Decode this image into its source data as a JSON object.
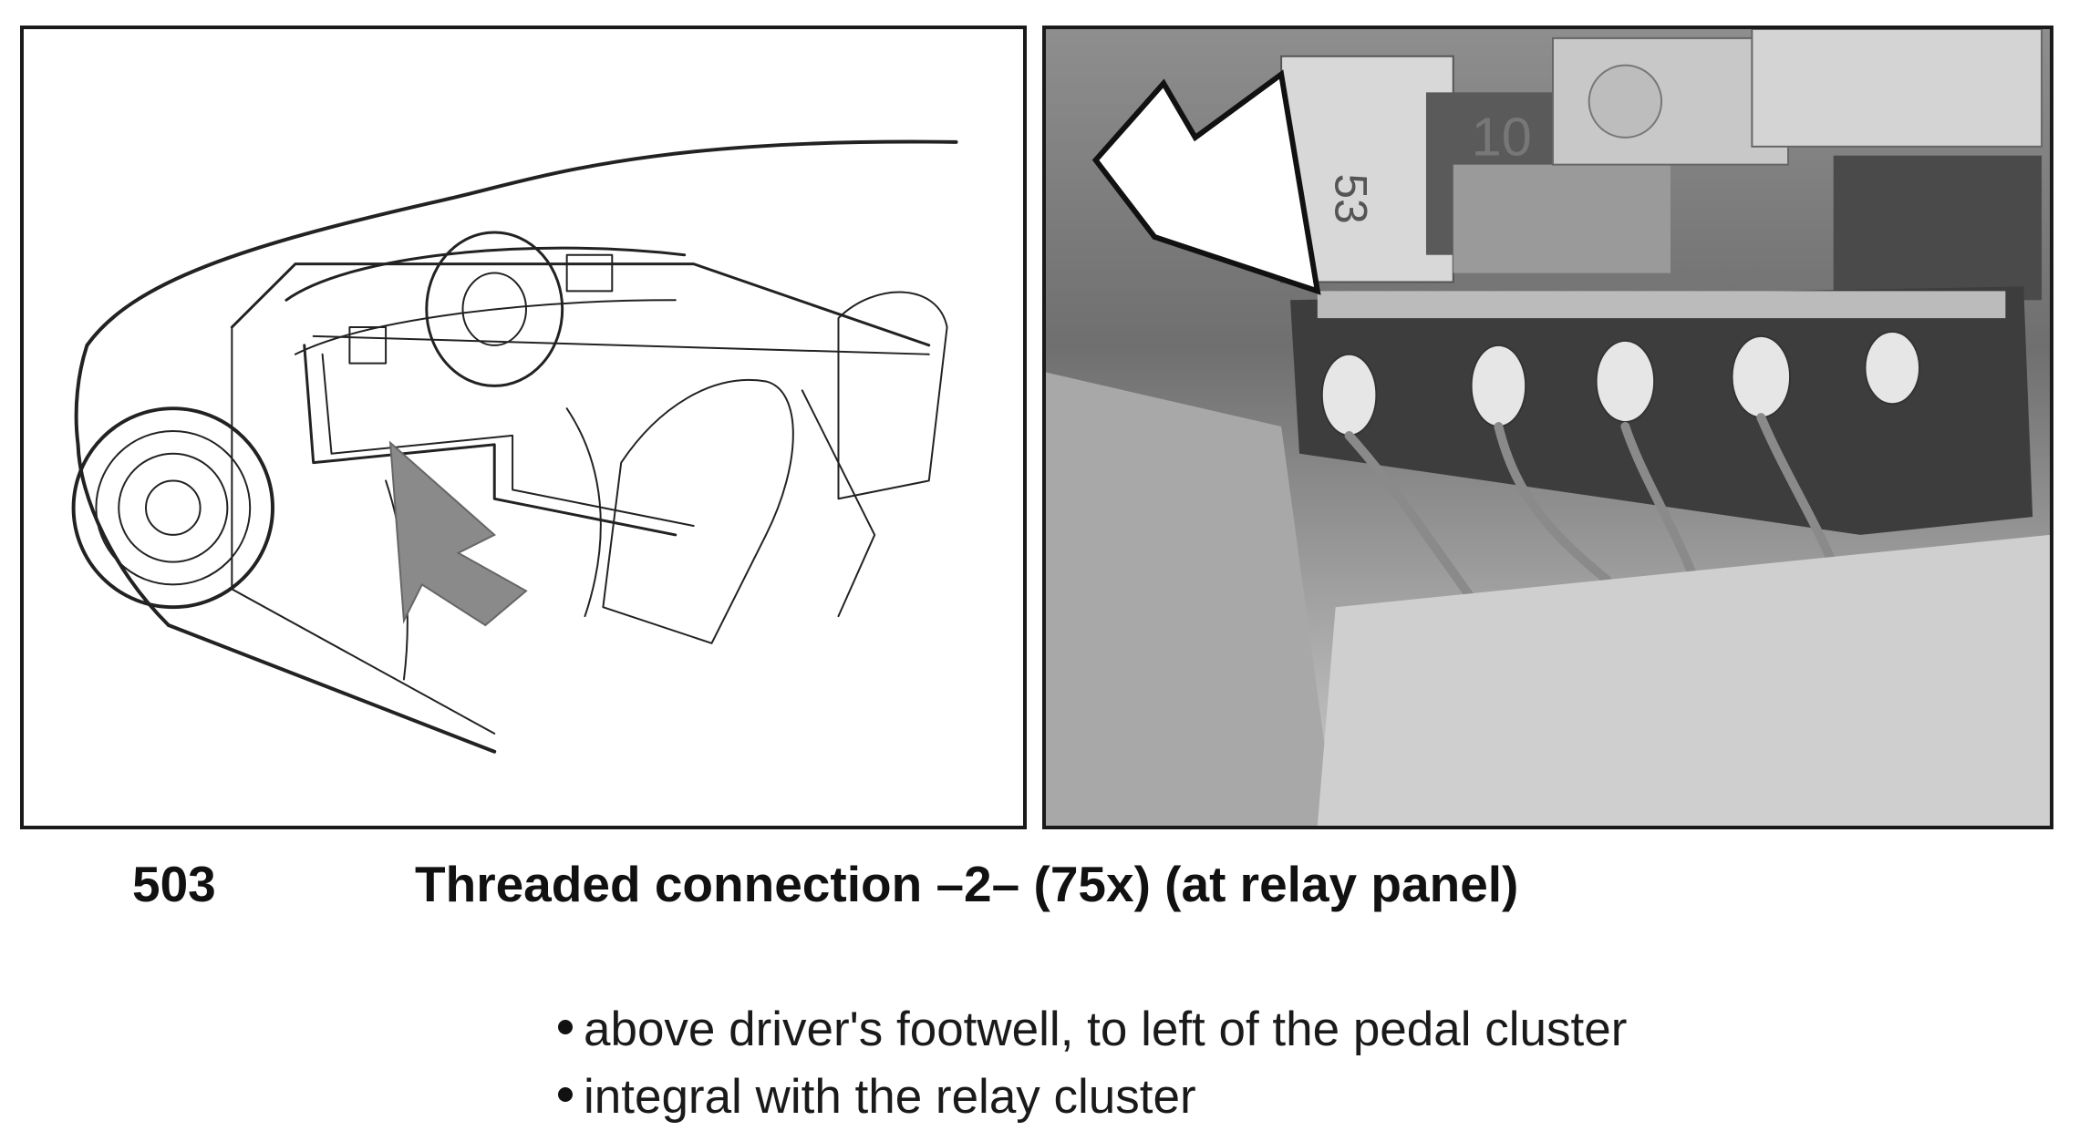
{
  "figure": {
    "number": "503",
    "title": "Threaded connection –2– (75x) (at relay panel)"
  },
  "illustration": {
    "icon": "car-interior-line-drawing-icon",
    "arrow_color": "#8a8a8a"
  },
  "photo": {
    "icon": "relay-panel-photo-icon",
    "arrow_color": "#ffffff",
    "fuse_labels": [
      "10",
      "53"
    ]
  },
  "bullets": [
    "above driver's footwell, to left of the pedal cluster",
    "integral with the relay cluster"
  ]
}
